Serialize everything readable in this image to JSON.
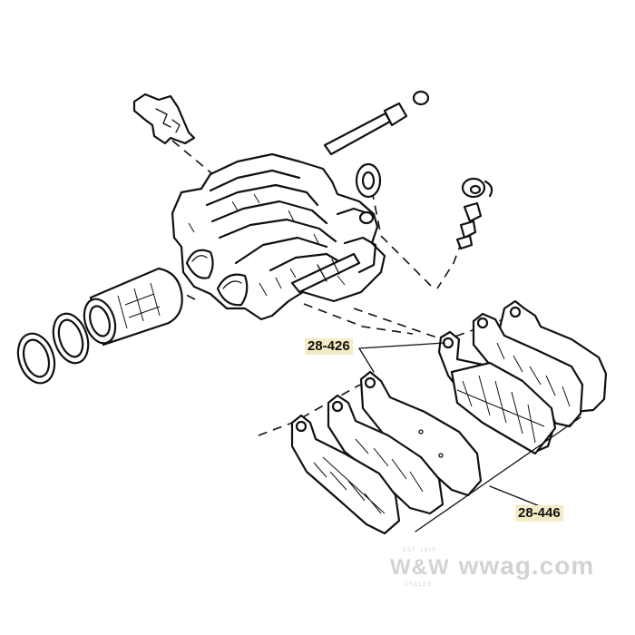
{
  "callouts": {
    "part_a": "28-426",
    "part_b": "28-446"
  },
  "watermark": {
    "brand": "W&W",
    "site": "wwag.com",
    "est": "EST. 1979",
    "origin": "CYCLES"
  },
  "colors": {
    "line": "#111111",
    "callout_bg": "#f4ecc4",
    "watermark": "#d3d3d3"
  }
}
